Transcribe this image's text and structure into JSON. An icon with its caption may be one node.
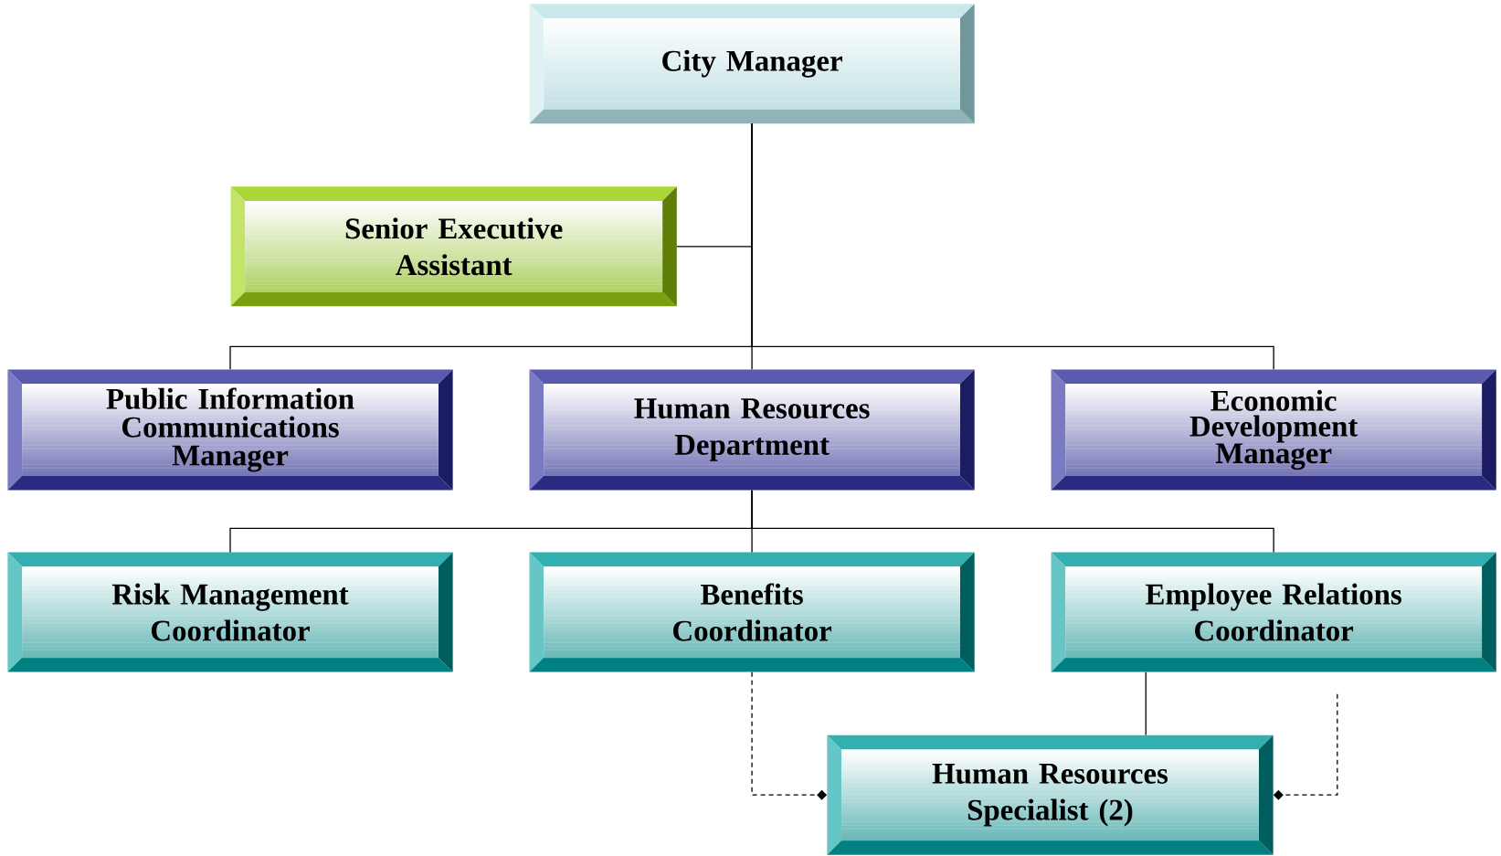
{
  "diagram": {
    "nodes": [
      {
        "text": [
          "City Manager"
        ]
      },
      {
        "text": [
          "Senior Executive Assistant"
        ]
      },
      {
        "text": [
          "Public Information Communications Manager"
        ]
      },
      {
        "text": [
          "Human Resources Department"
        ]
      },
      {
        "text": [
          "Economic Development Manager"
        ]
      },
      {
        "text": [
          "Risk Management Coordinator"
        ]
      },
      {
        "text": [
          "Benefits Coordinator"
        ]
      },
      {
        "text": [
          "Employee Relations Coordinator"
        ]
      },
      {
        "text": [
          "Human Resources Specialist (2)"
        ]
      }
    ],
    "edges": [
      {
        "from": 0,
        "to": 1,
        "arrow": "none"
      },
      {
        "from": 0,
        "to": 2,
        "arrow": "none"
      },
      {
        "from": 0,
        "to": 3,
        "arrow": "none"
      },
      {
        "from": 0,
        "to": 4,
        "arrow": "none"
      },
      {
        "from": 3,
        "to": 5,
        "arrow": "none"
      },
      {
        "from": 3,
        "to": 6,
        "arrow": "none"
      },
      {
        "from": 3,
        "to": 7,
        "arrow": "none"
      },
      {
        "from": 7,
        "to": 8,
        "arrow": "none"
      },
      {
        "from": 6,
        "to": 8,
        "arrow": "other",
        "style": "dashed"
      },
      {
        "from": null,
        "to": 8,
        "arrow": "other",
        "style": "dashed"
      }
    ]
  }
}
